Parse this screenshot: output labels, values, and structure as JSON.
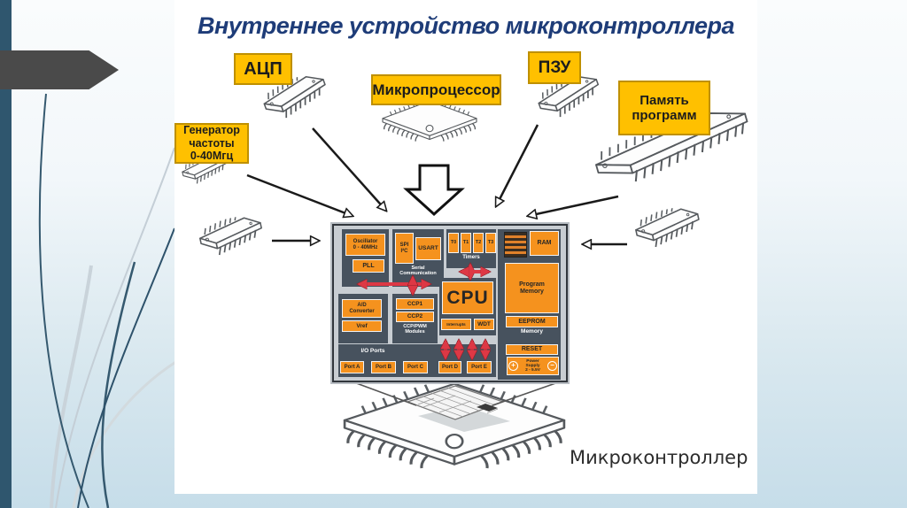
{
  "slide": {
    "title": "Внутреннее устройство микроконтроллера"
  },
  "callouts": {
    "adc": "АЦП",
    "microprocessor": "Микропроцессор",
    "rom": "ПЗУ",
    "program_memory": "Память\nпрограмм",
    "freq_generator": "Генератор\nчастоты\n0-40Мгц"
  },
  "mcu_caption": "Микроконтроллер",
  "diagram": {
    "oscillator": "Oscillator\n0 - 40MHz",
    "pll": "PLL",
    "spi": "SPI\nI²C",
    "usart": "USART",
    "serial_comm": "Serial\nCommunication",
    "timers": [
      "T0",
      "T1",
      "T2",
      "T3"
    ],
    "timers_label": "Timers",
    "ram": "RAM",
    "program_memory": "Program\nMemory",
    "eeprom": "EEPROM",
    "memory_label": "Memory",
    "adc": "A/D\nConverter",
    "vref": "Vref",
    "ccp1": "CCP1",
    "ccp2": "CCP2",
    "ccp_modules": "CCP/PWM\nModules",
    "cpu": "CPU",
    "interrupts": "Interrupts",
    "wdt": "WDT",
    "io_ports": "I/O Ports",
    "ports": [
      "Port A",
      "Port B",
      "Port C",
      "Port D",
      "Port E"
    ],
    "reset": "RESET",
    "power": "Power Supply\n2 - 5.5V",
    "power_plus": "+",
    "power_minus": "−"
  },
  "colors": {
    "title_navy": "#1e3c78",
    "label_yellow": "#FFC000",
    "label_border": "#BF9000",
    "block_orange": "#F5921E",
    "block_dark": "#47525E",
    "diagram_bg": "#c8cdd2",
    "arrow_red": "#dd3845",
    "sidebar_teal": "#2f566e",
    "background_blue": "#c6dde9"
  }
}
